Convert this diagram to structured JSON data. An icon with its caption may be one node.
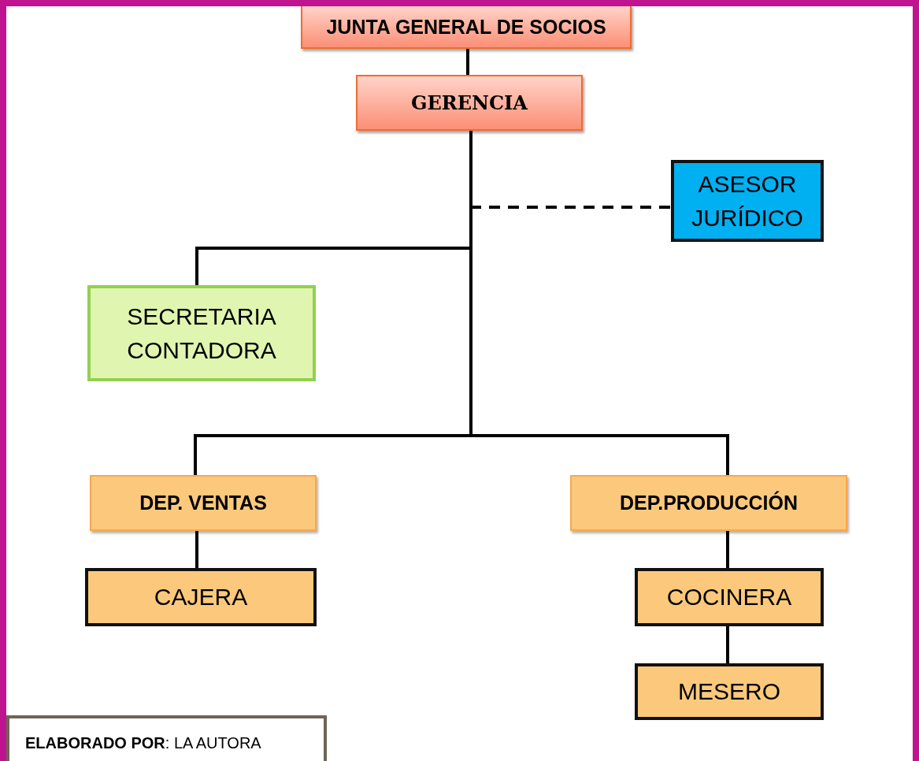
{
  "diagram": {
    "nodes": [
      {
        "text": [
          "JUNTA GENERAL DE SOCIOS"
        ]
      },
      {
        "text": [
          "GERENCIA"
        ]
      },
      {
        "text": [
          "ASESOR JURÍDICO"
        ]
      },
      {
        "text": [
          "SECRETARIA CONTADORA"
        ]
      },
      {
        "text": [
          "DEP. VENTAS"
        ]
      },
      {
        "text": [
          "DEP.PRODUCCIÓN"
        ]
      },
      {
        "text": [
          "CAJERA"
        ]
      },
      {
        "text": [
          "COCINERA"
        ]
      },
      {
        "text": [
          "MESERO"
        ]
      }
    ],
    "edges": [
      {
        "from": 0,
        "to": 1,
        "arrow": "none"
      },
      {
        "from": 1,
        "to": 2,
        "arrow": "none",
        "style": "dashed"
      },
      {
        "from": 1,
        "to": 3,
        "arrow": "none"
      },
      {
        "from": 1,
        "to": 4,
        "arrow": "none"
      },
      {
        "from": 1,
        "to": 5,
        "arrow": "none"
      },
      {
        "from": 4,
        "to": 6,
        "arrow": "none"
      },
      {
        "from": 5,
        "to": 7,
        "arrow": "none"
      },
      {
        "from": 7,
        "to": 8,
        "arrow": "none"
      }
    ],
    "labels": [
      "**ELABORADO POR**: LA AUTORA"
    ]
  }
}
